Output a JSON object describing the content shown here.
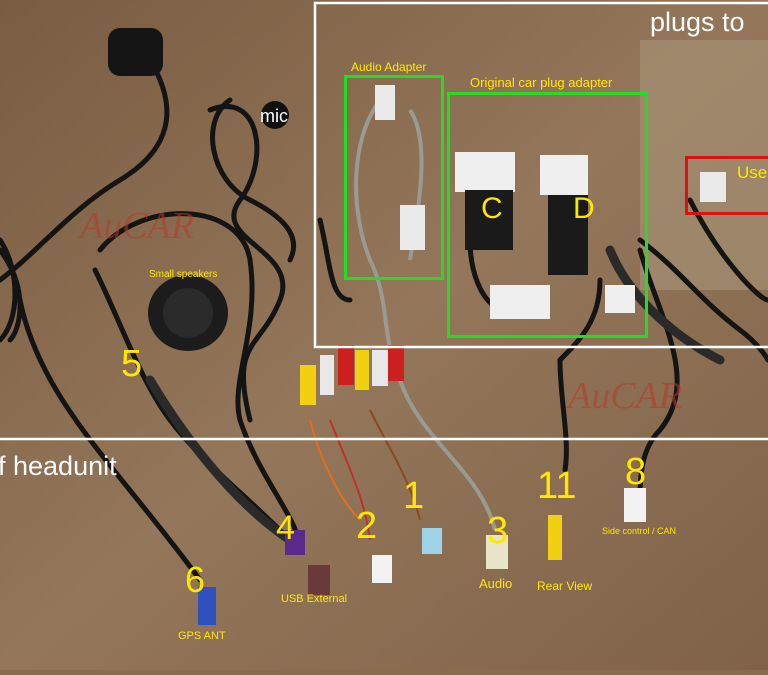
{
  "labels": {
    "plugs_to": "plugs to",
    "of_headunit": "f headunit",
    "mic": "mic",
    "audio_adapter": "Audio Adapter",
    "original_car_plug_adapter": "Original car plug adapter",
    "use": "Use",
    "small_speakers": "Small speakers",
    "usb_external": "USB External",
    "audio": "Audio",
    "rear_view": "Rear View",
    "side_control_can": "Side control / CAN",
    "gps_ant": "GPS ANT"
  },
  "markers": {
    "c": "C",
    "d": "D",
    "n1": "1",
    "n2": "2",
    "n3": "3",
    "n4": "4",
    "n5": "5",
    "n6": "6",
    "n8": "8",
    "n11": "11"
  },
  "watermarks": [
    "AuCAR",
    "AuCAR"
  ],
  "colors": {
    "label_yellow": "#ffe800",
    "box_green": "#22dd22",
    "box_red": "#e01010",
    "box_white": "#ffffff"
  }
}
